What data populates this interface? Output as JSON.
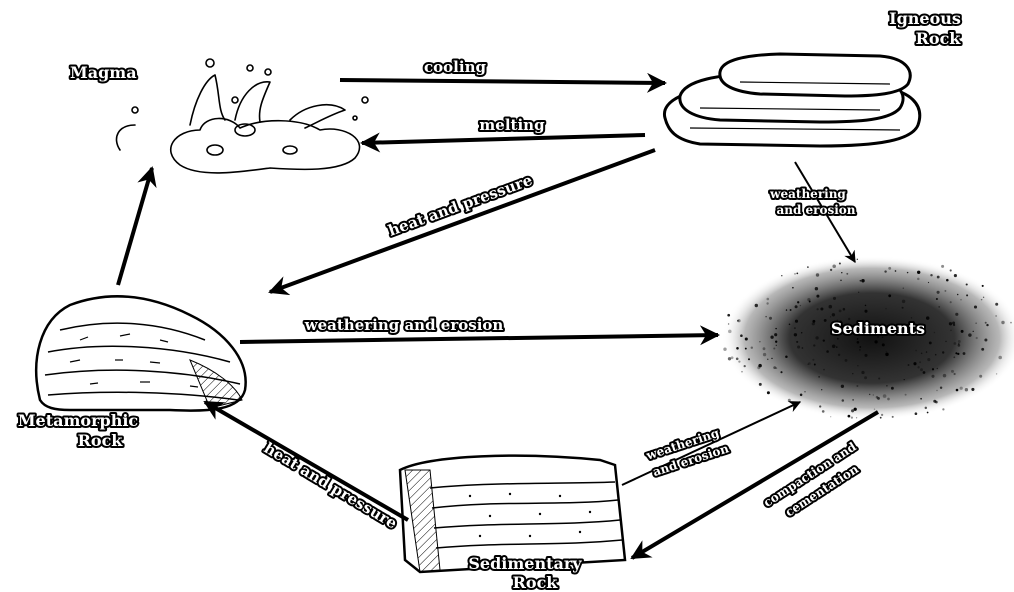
{
  "nodes": {
    "magma": {
      "label": "Magma"
    },
    "igneous": {
      "line1": "Igneous",
      "line2": "Rock"
    },
    "sediments": {
      "label": "Sediments"
    },
    "metamorphic": {
      "line1": "Metamorphic",
      "line2": "Rock"
    },
    "sedimentary": {
      "line1": "Sedimentary",
      "line2": "Rock"
    }
  },
  "edges": {
    "cooling": "cooling",
    "melting": "melting",
    "heat_pressure_top": "heat and pressure",
    "weathering_igneous": {
      "line1": "weathering",
      "line2": "and erosion"
    },
    "weathering_metamorphic": "weathering and erosion",
    "weathering_sedimentary": {
      "line1": "weathering",
      "line2": "and erosion"
    },
    "compaction": {
      "line1": "compaction and",
      "line2": "cementation"
    },
    "heat_pressure_bottom": "heat and pressure"
  }
}
